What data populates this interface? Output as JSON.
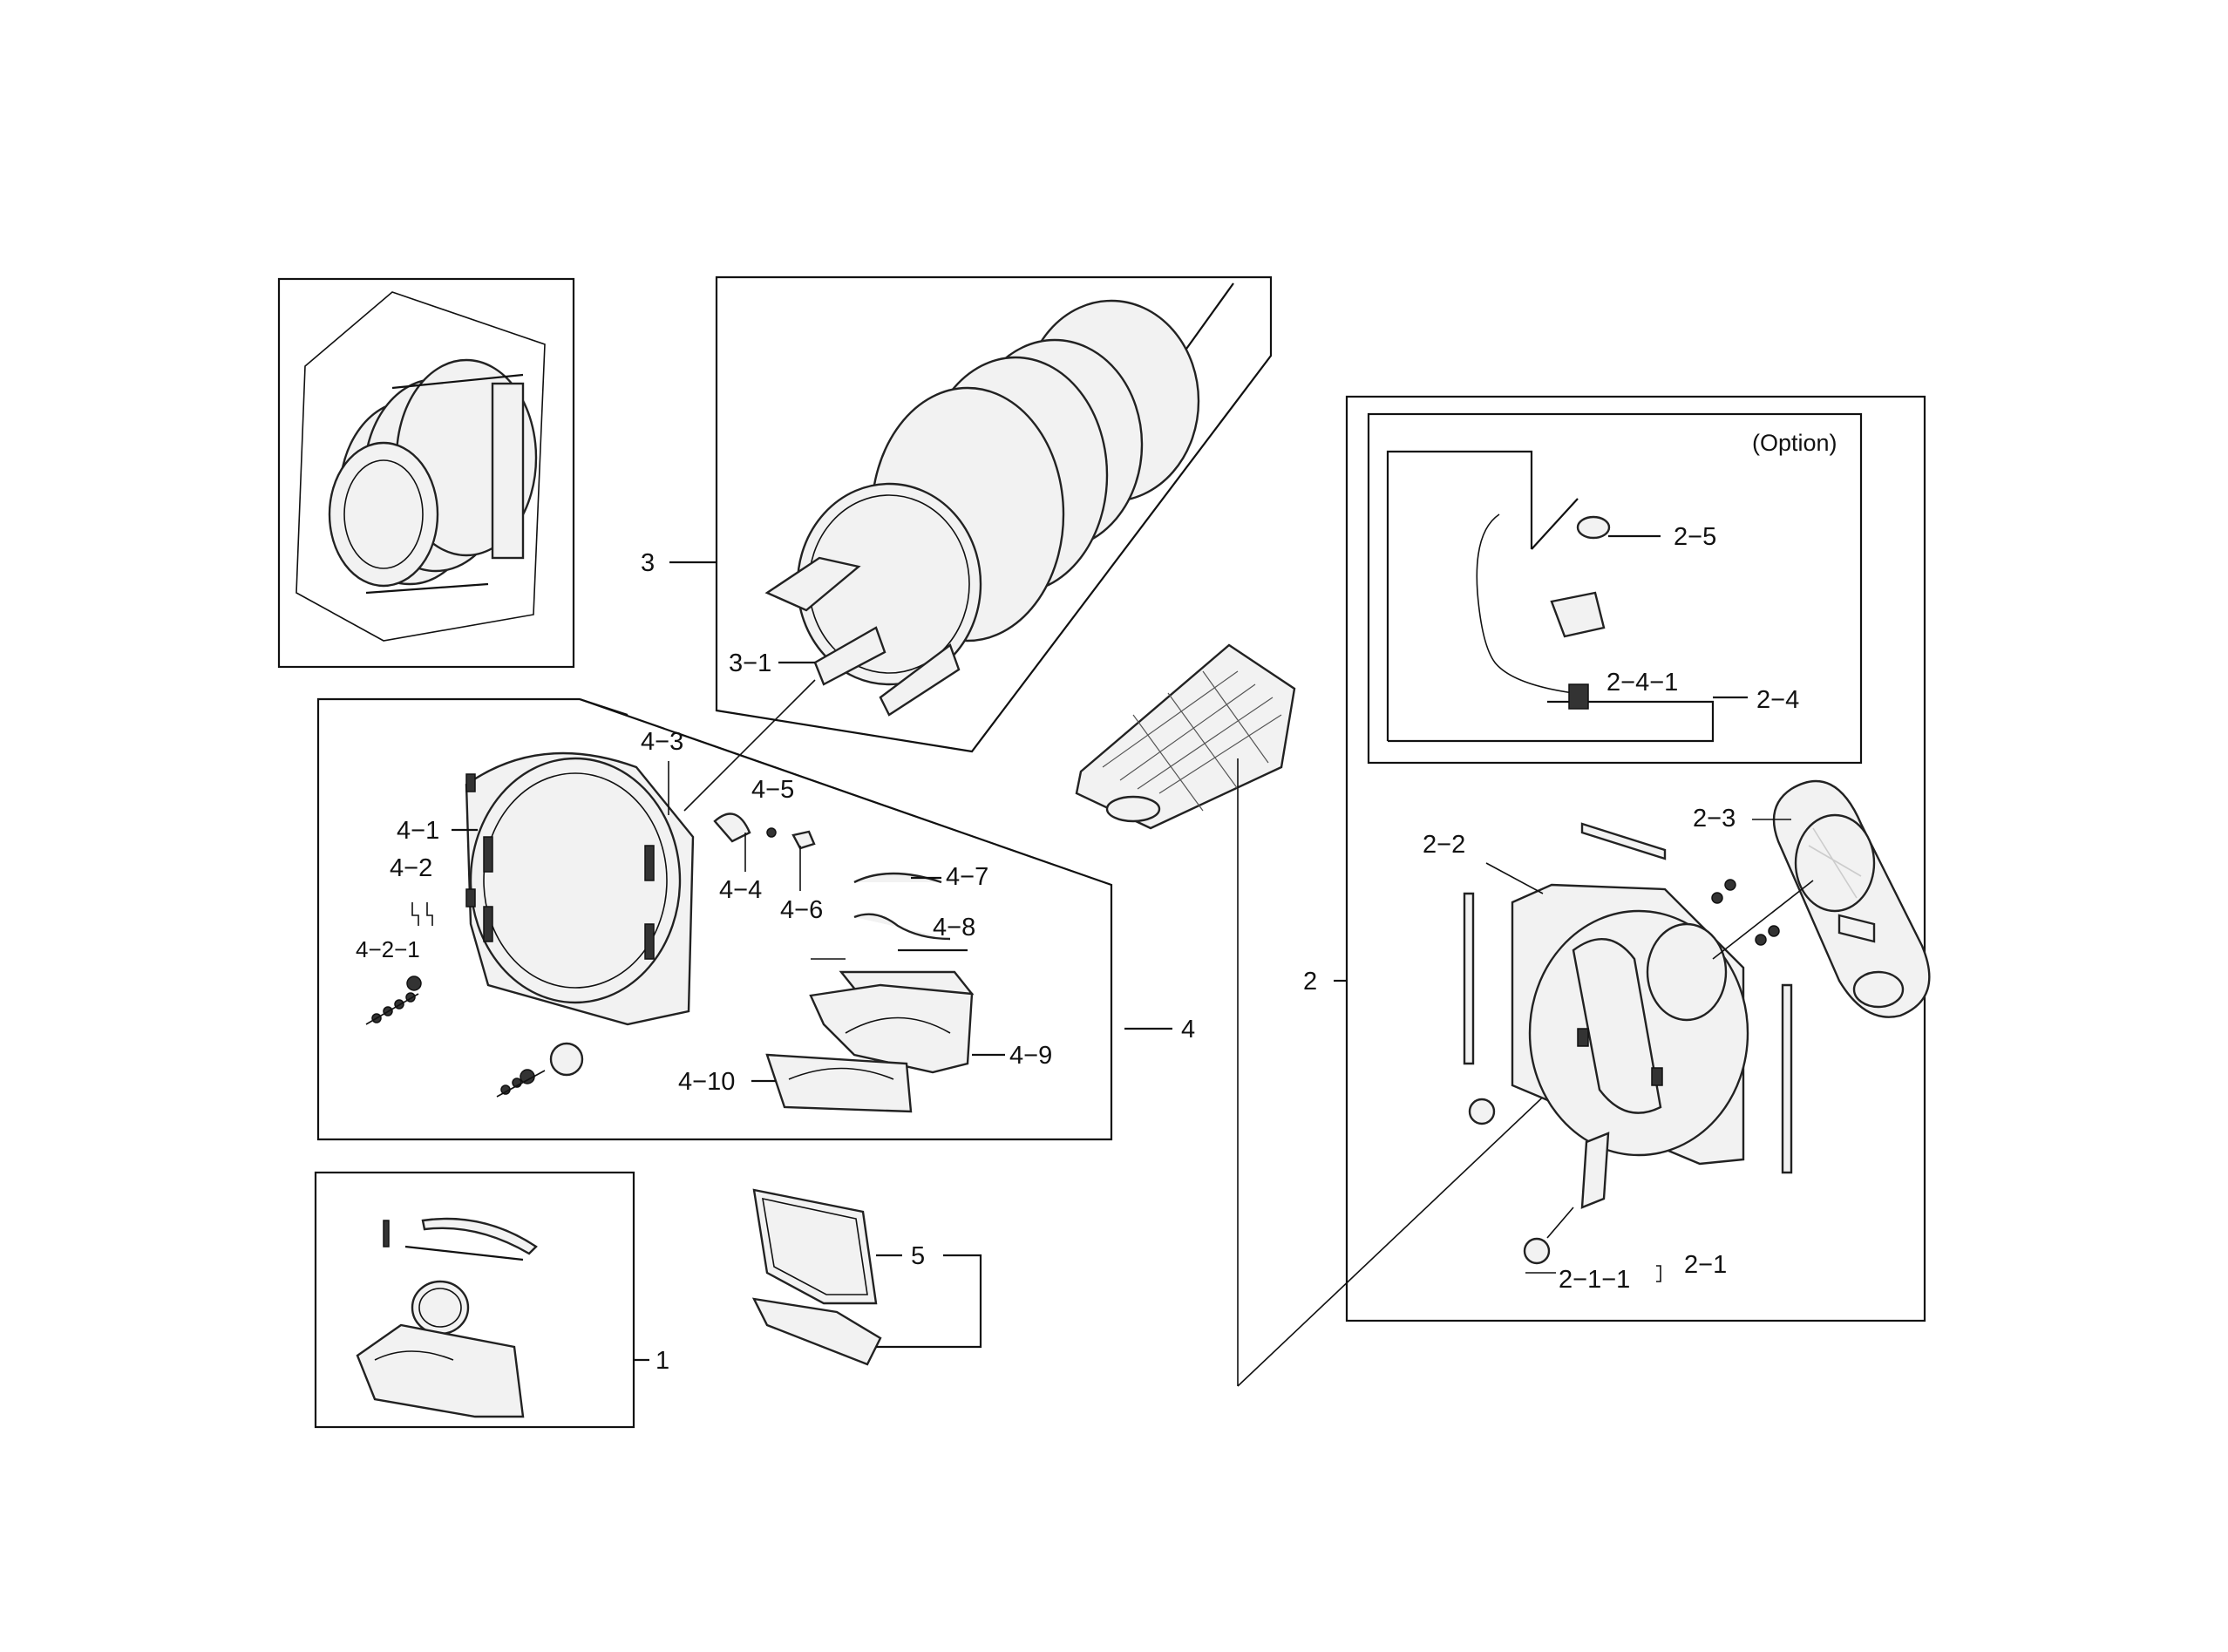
{
  "labels": {
    "p1": "1",
    "p2": "2",
    "p2_1": "2−1",
    "p2_1_1": "2−1−1",
    "p2_2": "2−2",
    "p2_3": "2−3",
    "p2_4": "2−4",
    "p2_4_1": "2−4−1",
    "p2_5": "2−5",
    "option": "(Option)",
    "p3": "3",
    "p3_1": "3−1",
    "p4": "4",
    "p4_1": "4−1",
    "p4_2": "4−2",
    "p4_2_1": "4−2−1",
    "p4_3": "4−3",
    "p4_4": "4−4",
    "p4_5": "4−5",
    "p4_6": "4−6",
    "p4_7": "4−7",
    "p4_8": "4−8",
    "p4_9": "4−9",
    "p4_10": "4−10",
    "p5": "5"
  }
}
